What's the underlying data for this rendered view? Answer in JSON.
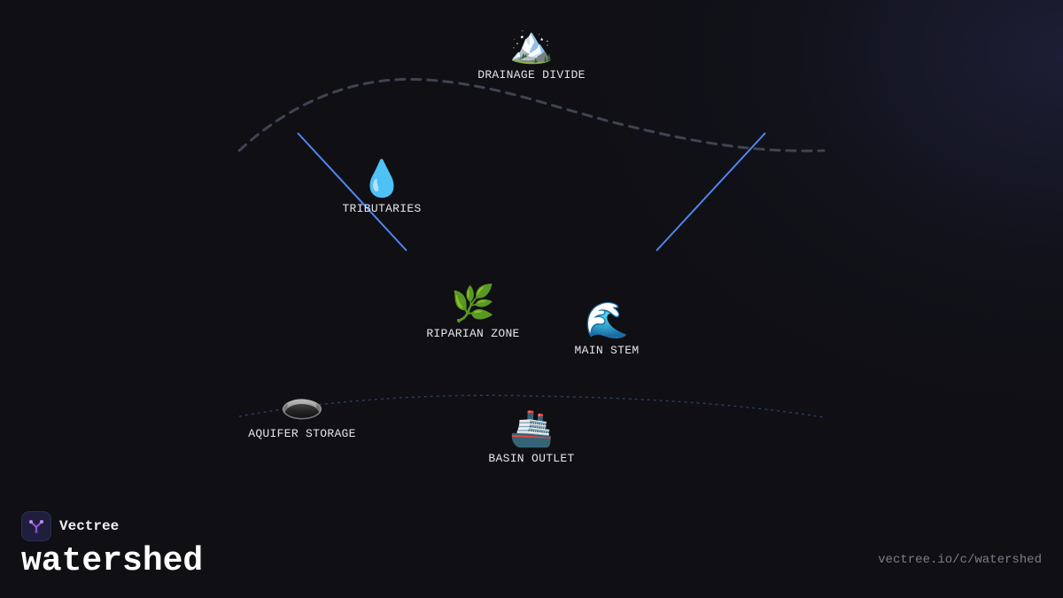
{
  "brand": {
    "name": "Vectree",
    "logo_icon": "vectree-logo-icon"
  },
  "title": "watershed",
  "url": "vectree.io/c/watershed",
  "colors": {
    "background": "#0f0f14",
    "connector": "#4f86f0",
    "dashed_curve": "#3e4452",
    "dotted_curve": "#2b3a66",
    "label_text": "#e6e6ea",
    "url_text": "#7d7d88",
    "logo_accent": "#a55ee0"
  },
  "nodes": [
    {
      "id": "drainage-divide",
      "label": "DRAINAGE DIVIDE",
      "icon": "mountain-icon",
      "glyph": "🏔️"
    },
    {
      "id": "tributaries",
      "label": "TRIBUTARIES",
      "icon": "water-drop-icon",
      "glyph": "💧"
    },
    {
      "id": "riparian-zone",
      "label": "RIPARIAN ZONE",
      "icon": "herb-icon",
      "glyph": "🌿"
    },
    {
      "id": "main-stem",
      "label": "MAIN STEM",
      "icon": "wave-icon",
      "glyph": "🌊"
    },
    {
      "id": "aquifer-storage",
      "label": "AQUIFER STORAGE",
      "icon": "hole-icon",
      "glyph": "🕳️"
    },
    {
      "id": "basin-outlet",
      "label": "BASIN OUTLET",
      "icon": "ship-icon",
      "glyph": "🚢"
    }
  ]
}
